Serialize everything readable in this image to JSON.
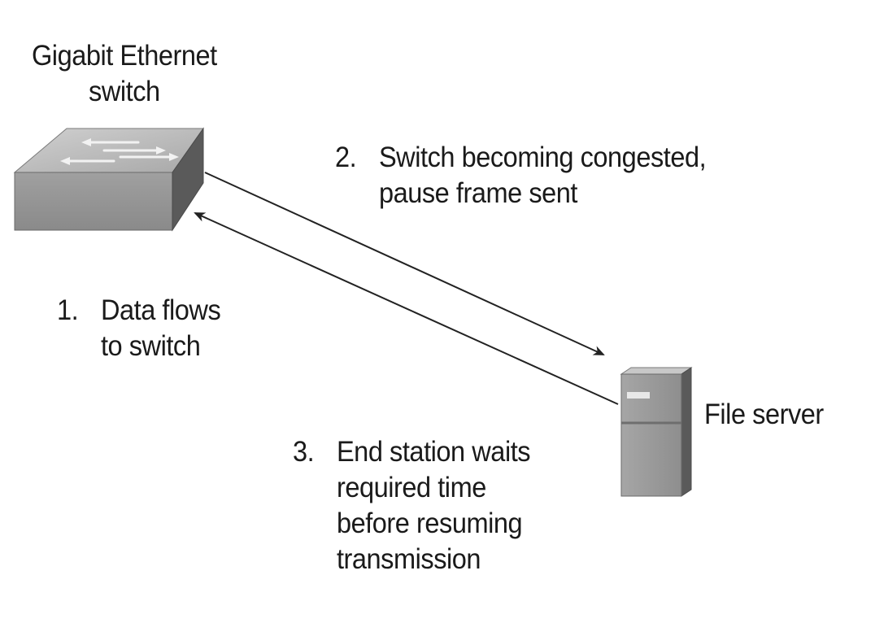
{
  "switch": {
    "title_line1": "Gigabit Ethernet",
    "title_line2": "switch"
  },
  "server": {
    "label": "File server"
  },
  "steps": [
    {
      "num": "1.",
      "lines": [
        "Data flows",
        "to switch"
      ]
    },
    {
      "num": "2.",
      "lines": [
        "Switch becoming congested,",
        "pause frame sent"
      ]
    },
    {
      "num": "3.",
      "lines": [
        "End station waits",
        "required time",
        "before resuming",
        "transmission"
      ]
    }
  ],
  "colors": {
    "device_light": "#b8b8b8",
    "device_mid": "#9a9a9a",
    "device_dark": "#555555",
    "line": "#222222"
  }
}
